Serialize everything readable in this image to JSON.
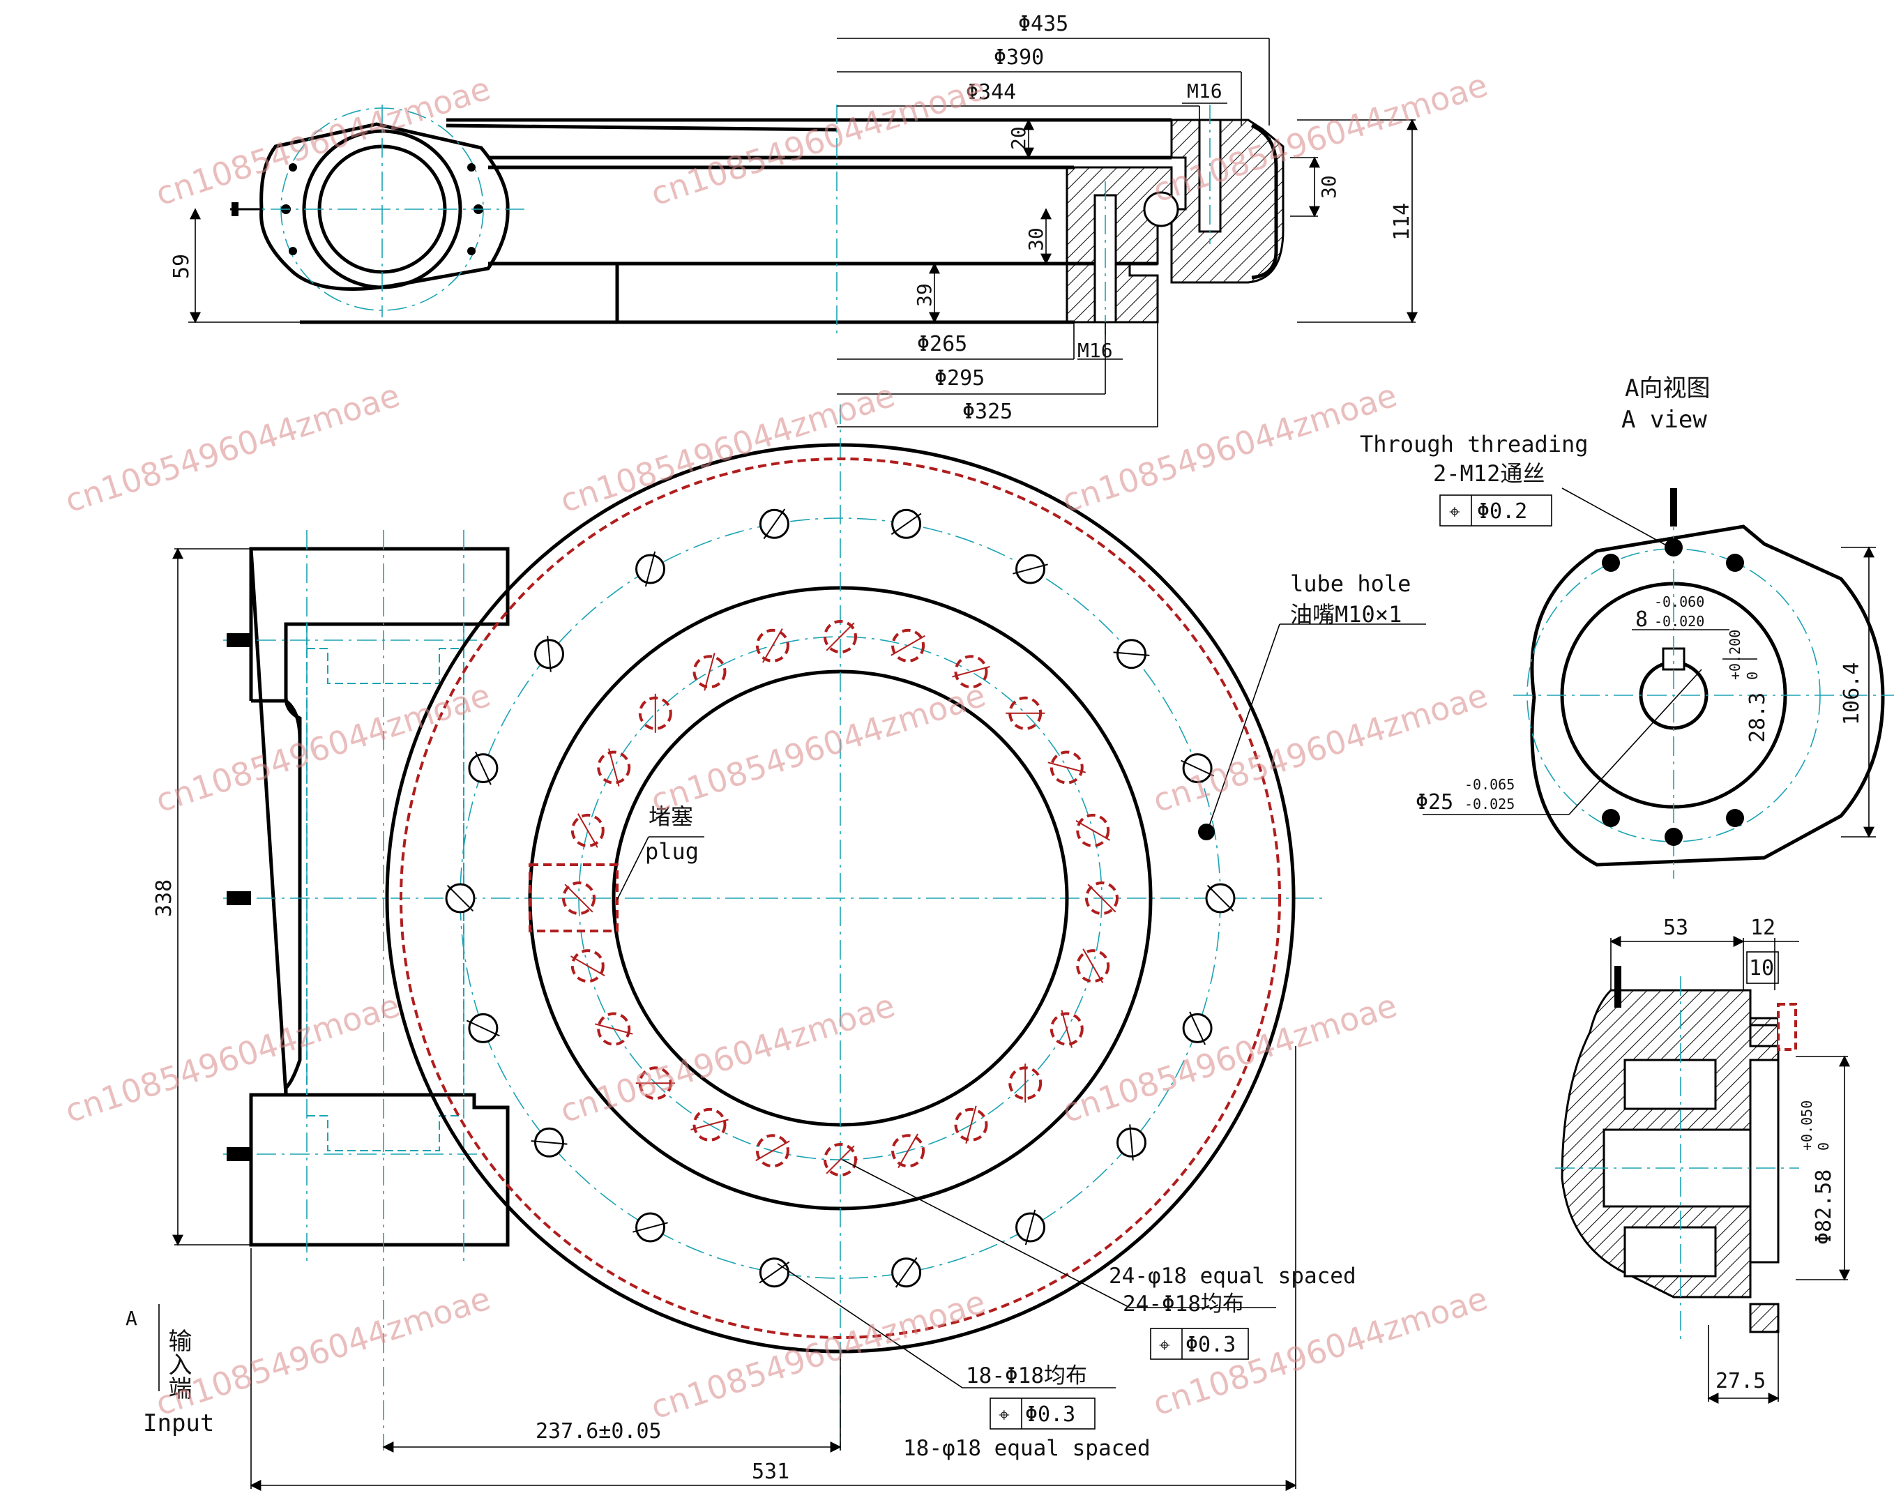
{
  "top_view": {
    "dim_435": "Φ435",
    "dim_390": "Φ390",
    "dim_344": "Φ344",
    "thread_top": "M16",
    "dim_20": "20",
    "dim_30_right": "30",
    "dim_30_left": "30",
    "dim_114": "114",
    "dim_59": "59",
    "dim_39": "39",
    "dim_265": "Φ265",
    "thread_bottom": "M16",
    "dim_295": "Φ295",
    "dim_325": "Φ325"
  },
  "main_view": {
    "dim_338": "338",
    "plug_cn": "堵塞",
    "plug_en": "plug",
    "lube_en": "lube hole",
    "lube_cn": "油嘴M10×1",
    "holes_24_en": "24-φ18 equal  spaced",
    "holes_24_cn": "24-Φ18均布",
    "tol_24": "Φ0.3",
    "holes_18_cn": "18-Φ18均布",
    "tol_18": "Φ0.3",
    "holes_18_en": "18-φ18 equal spaced",
    "dim_237": "237.6±0.05",
    "dim_531": "531",
    "view_letter": "A",
    "input_cn": "输入端",
    "input_en": "Input"
  },
  "a_view": {
    "title_cn": "A向视图",
    "title_en": "A view",
    "thread_en": "Through threading",
    "thread_cn": "2-M12通丝",
    "tol": "Φ0.2",
    "keyway_width": "8",
    "keyway_tol_upper": "-0.060",
    "keyway_tol_lower": "-0.020",
    "key_height": "28.3",
    "key_tol_upper": "+0.200",
    "key_tol_lower": "0",
    "shaft_dia": "Φ25",
    "shaft_tol_upper": "-0.065",
    "shaft_tol_lower": "-0.025",
    "dim_106": "106.4"
  },
  "section_view": {
    "dim_53": "53",
    "dim_12": "12",
    "dim_10": "10",
    "dim_27": "27.5",
    "dia_label": "Φ82.58",
    "dia_tol_upper": "+0.050",
    "dia_tol_lower": "0"
  },
  "watermark": {
    "text": "cn1085496044zmoae"
  },
  "colors": {
    "line": "#000000",
    "center_line": "#1aa3b3",
    "hidden_holes": "#b11d1d",
    "watermark": "#d98a8a"
  }
}
